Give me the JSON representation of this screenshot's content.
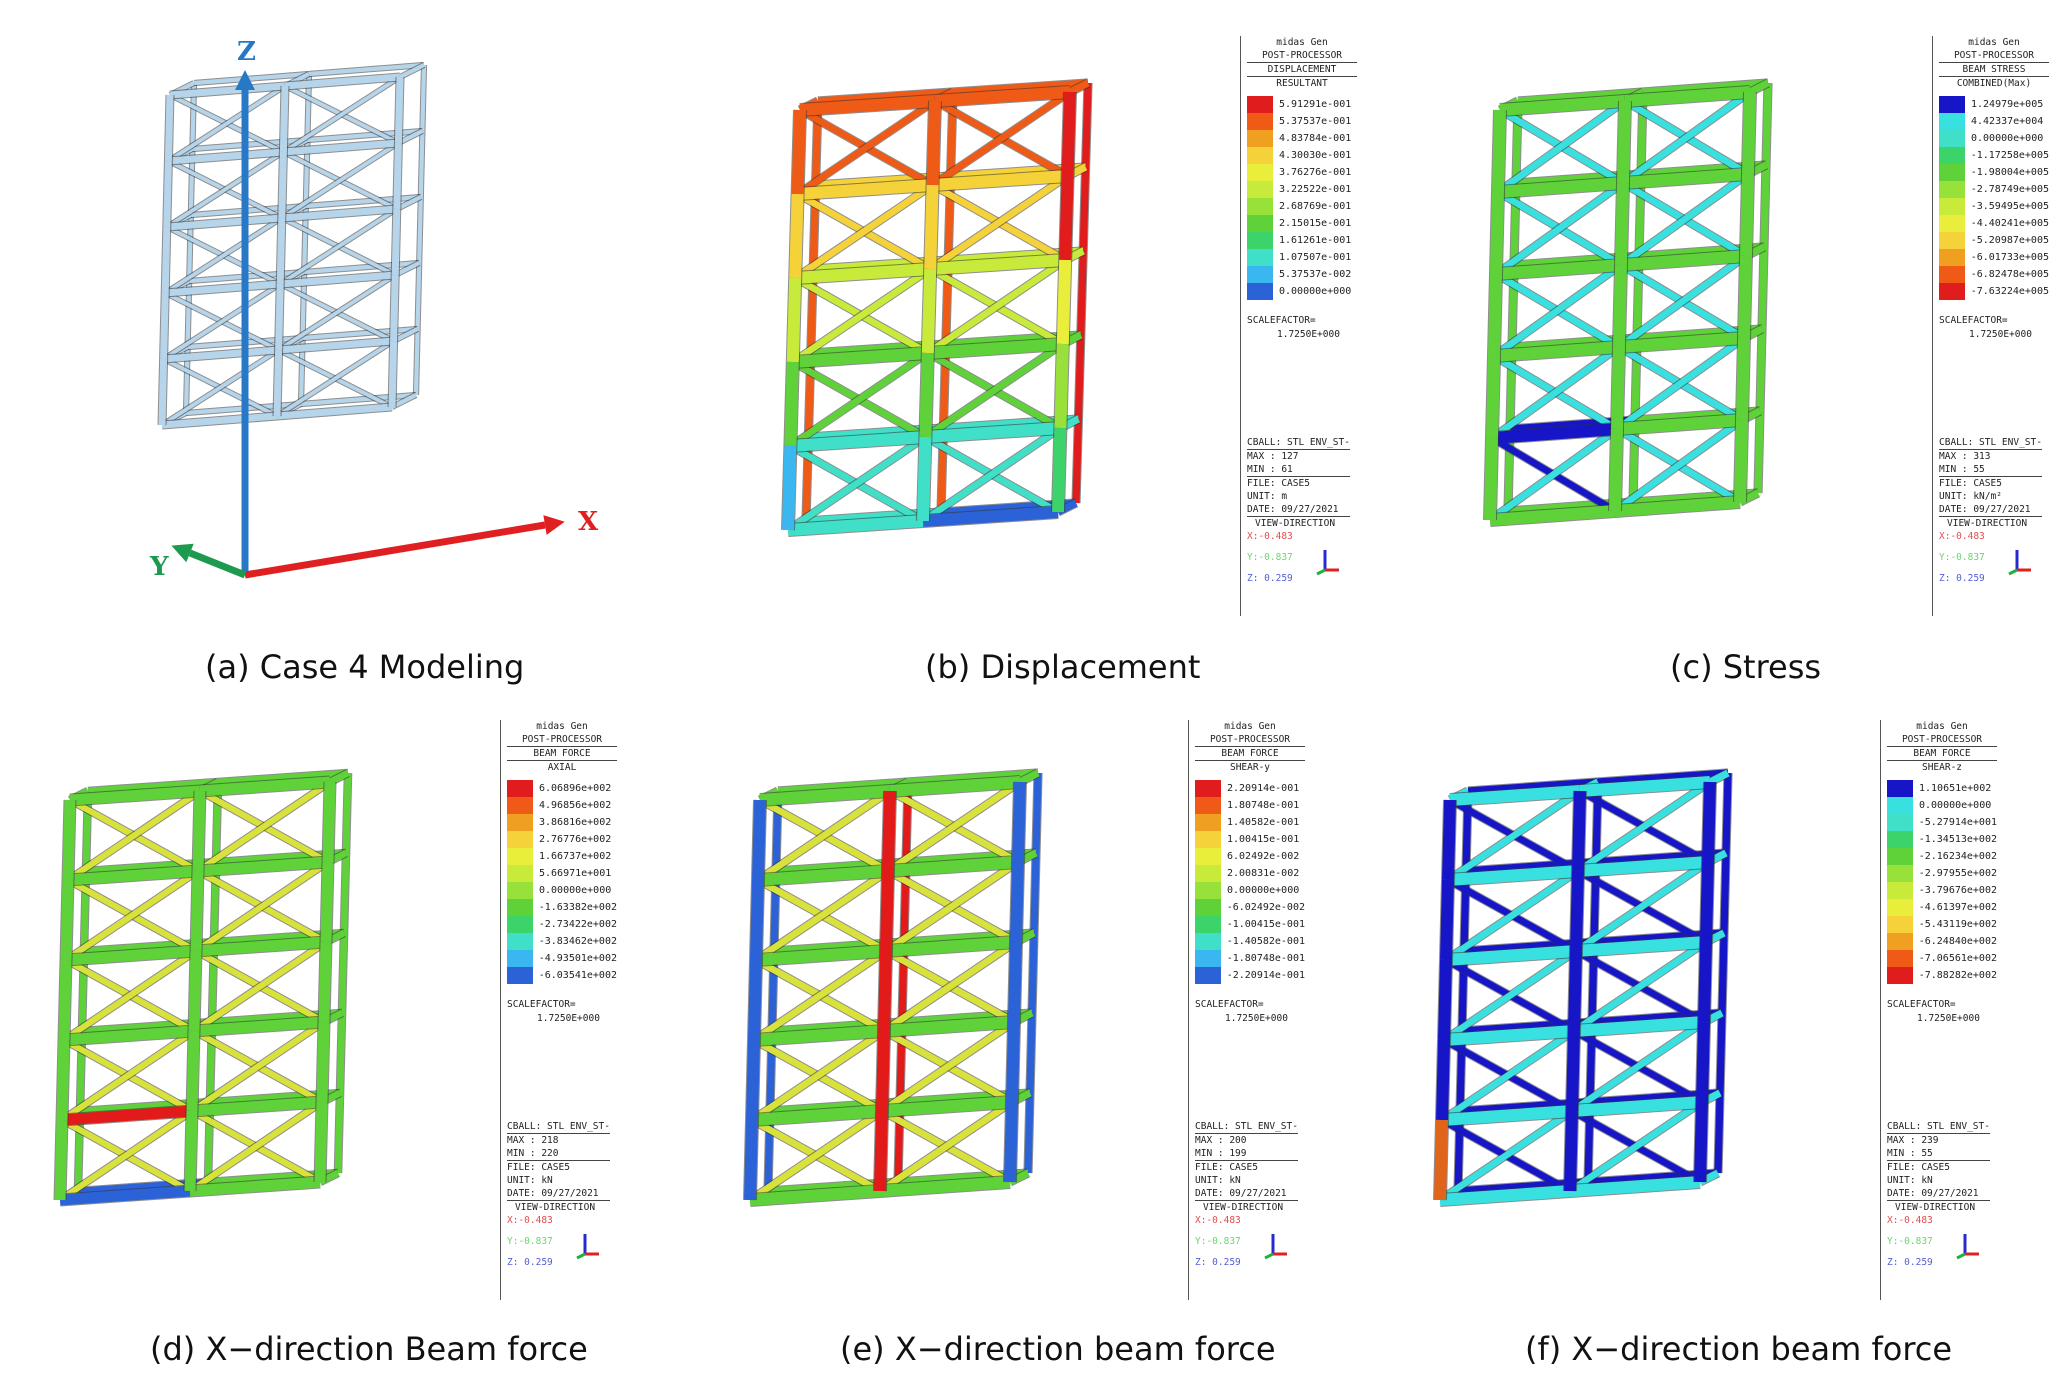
{
  "captions": {
    "a": "(a) Case 4 Modeling",
    "b": "(b) Displacement",
    "c": "(c) Stress",
    "d": "(d) X−direction Beam force",
    "e": "(e) X−direction beam force",
    "f": "(f) X−direction beam force"
  },
  "axes": {
    "x": "X",
    "y": "Y",
    "z": "Z"
  },
  "colors": {
    "model_steel": "#b6d4ea",
    "axis_x": "#e02020",
    "axis_y": "#1e9a4e",
    "axis_z": "#2878c8",
    "green": "#5fd23a",
    "yellow": "#d8e23a",
    "red": "#e21a1a",
    "blue": "#2c62d8",
    "darkblue": "#1616c8",
    "cyan": "#38e0e0",
    "orange": "#e0641a"
  },
  "legends": {
    "b": {
      "app": "midas Gen",
      "proc": "POST-PROCESSOR",
      "result": "DISPLACEMENT",
      "component": "RESULTANT",
      "values": [
        "5.91291e-001",
        "5.37537e-001",
        "4.83784e-001",
        "4.30030e-001",
        "3.76276e-001",
        "3.22522e-001",
        "2.68769e-001",
        "2.15015e-001",
        "1.61261e-001",
        "1.07507e-001",
        "5.37537e-002",
        "0.00000e+000"
      ],
      "swatches": [
        "#e01c1c",
        "#ef5a16",
        "#f0a020",
        "#f5d23a",
        "#e8ee3a",
        "#c8ea3a",
        "#98e03a",
        "#5fd23a",
        "#3cd46a",
        "#40e0c8",
        "#3ab6f0",
        "#2c62d8"
      ],
      "scale_label": "SCALEFACTOR=",
      "scale_value": "1.7250E+000",
      "cball": "CBALL: STL ENV_ST-",
      "max": "MAX : 127",
      "min": "MIN : 61",
      "file": "FILE: CASE5",
      "unit": "UNIT: m",
      "date": "DATE: 09/27/2021",
      "view": "VIEW-DIRECTION",
      "vx": "X:-0.483",
      "vy": "Y:-0.837",
      "vz": "Z: 0.259"
    },
    "c": {
      "app": "midas Gen",
      "proc": "POST-PROCESSOR",
      "result": "BEAM STRESS",
      "component": "COMBINED(Max)",
      "values": [
        "1.24979e+005",
        "4.42337e+004",
        "0.00000e+000",
        "-1.17258e+005",
        "-1.98004e+005",
        "-2.78749e+005",
        "-3.59495e+005",
        "-4.40241e+005",
        "-5.20987e+005",
        "-6.01733e+005",
        "-6.82478e+005",
        "-7.63224e+005"
      ],
      "swatches": [
        "#1616c8",
        "#38e0e0",
        "#40e0c8",
        "#3cd46a",
        "#5fd23a",
        "#98e03a",
        "#c8ea3a",
        "#e8ee3a",
        "#f5d23a",
        "#f0a020",
        "#ef5a16",
        "#e01c1c"
      ],
      "scale_label": "SCALEFACTOR=",
      "scale_value": "1.7250E+000",
      "cball": "CBALL: STL ENV_ST-",
      "max": "MAX : 313",
      "min": "MIN : 55",
      "file": "FILE: CASE5",
      "unit": "UNIT: kN/m²",
      "date": "DATE: 09/27/2021",
      "view": "VIEW-DIRECTION",
      "vx": "X:-0.483",
      "vy": "Y:-0.837",
      "vz": "Z: 0.259"
    },
    "d": {
      "app": "midas Gen",
      "proc": "POST-PROCESSOR",
      "result": "BEAM FORCE",
      "component": "AXIAL",
      "values": [
        "6.06896e+002",
        "4.96856e+002",
        "3.86816e+002",
        "2.76776e+002",
        "1.66737e+002",
        "5.66971e+001",
        "0.00000e+000",
        "-1.63382e+002",
        "-2.73422e+002",
        "-3.83462e+002",
        "-4.93501e+002",
        "-6.03541e+002"
      ],
      "swatches": [
        "#e01c1c",
        "#ef5a16",
        "#f0a020",
        "#f5d23a",
        "#e8ee3a",
        "#c8ea3a",
        "#98e03a",
        "#5fd23a",
        "#3cd46a",
        "#40e0c8",
        "#3ab6f0",
        "#2c62d8"
      ],
      "scale_label": "SCALEFACTOR=",
      "scale_value": "1.7250E+000",
      "cball": "CBALL: STL ENV_ST-",
      "max": "MAX : 218",
      "min": "MIN : 220",
      "file": "FILE: CASE5",
      "unit": "UNIT: kN",
      "date": "DATE: 09/27/2021",
      "view": "VIEW-DIRECTION",
      "vx": "X:-0.483",
      "vy": "Y:-0.837",
      "vz": "Z: 0.259"
    },
    "e": {
      "app": "midas Gen",
      "proc": "POST-PROCESSOR",
      "result": "BEAM FORCE",
      "component": "SHEAR-y",
      "values": [
        "2.20914e-001",
        "1.80748e-001",
        "1.40582e-001",
        "1.00415e-001",
        "6.02492e-002",
        "2.00831e-002",
        "0.00000e+000",
        "-6.02492e-002",
        "-1.00415e-001",
        "-1.40582e-001",
        "-1.80748e-001",
        "-2.20914e-001"
      ],
      "swatches": [
        "#e01c1c",
        "#ef5a16",
        "#f0a020",
        "#f5d23a",
        "#e8ee3a",
        "#c8ea3a",
        "#98e03a",
        "#5fd23a",
        "#3cd46a",
        "#40e0c8",
        "#3ab6f0",
        "#2c62d8"
      ],
      "scale_label": "SCALEFACTOR=",
      "scale_value": "1.7250E+000",
      "cball": "CBALL: STL ENV_ST-",
      "max": "MAX : 200",
      "min": "MIN : 199",
      "file": "FILE: CASE5",
      "unit": "UNIT: kN",
      "date": "DATE: 09/27/2021",
      "view": "VIEW-DIRECTION",
      "vx": "X:-0.483",
      "vy": "Y:-0.837",
      "vz": "Z: 0.259"
    },
    "f": {
      "app": "midas Gen",
      "proc": "POST-PROCESSOR",
      "result": "BEAM FORCE",
      "component": "SHEAR-z",
      "values": [
        "1.10651e+002",
        "0.00000e+000",
        "-5.27914e+001",
        "-1.34513e+002",
        "-2.16234e+002",
        "-2.97955e+002",
        "-3.79676e+002",
        "-4.61397e+002",
        "-5.43119e+002",
        "-6.24840e+002",
        "-7.06561e+002",
        "-7.88282e+002"
      ],
      "swatches": [
        "#1616c8",
        "#38e0e0",
        "#40e0c8",
        "#3cd46a",
        "#5fd23a",
        "#98e03a",
        "#c8ea3a",
        "#e8ee3a",
        "#f5d23a",
        "#f0a020",
        "#ef5a16",
        "#e01c1c"
      ],
      "scale_label": "SCALEFACTOR=",
      "scale_value": "1.7250E+000",
      "cball": "CBALL: STL ENV_ST-",
      "max": "MAX : 239",
      "min": "MIN : 55",
      "file": "FILE: CASE5",
      "unit": "UNIT: kN",
      "date": "DATE: 09/27/2021",
      "view": "VIEW-DIRECTION",
      "vx": "X:-0.483",
      "vy": "Y:-0.837",
      "vz": "Z: 0.259"
    }
  }
}
